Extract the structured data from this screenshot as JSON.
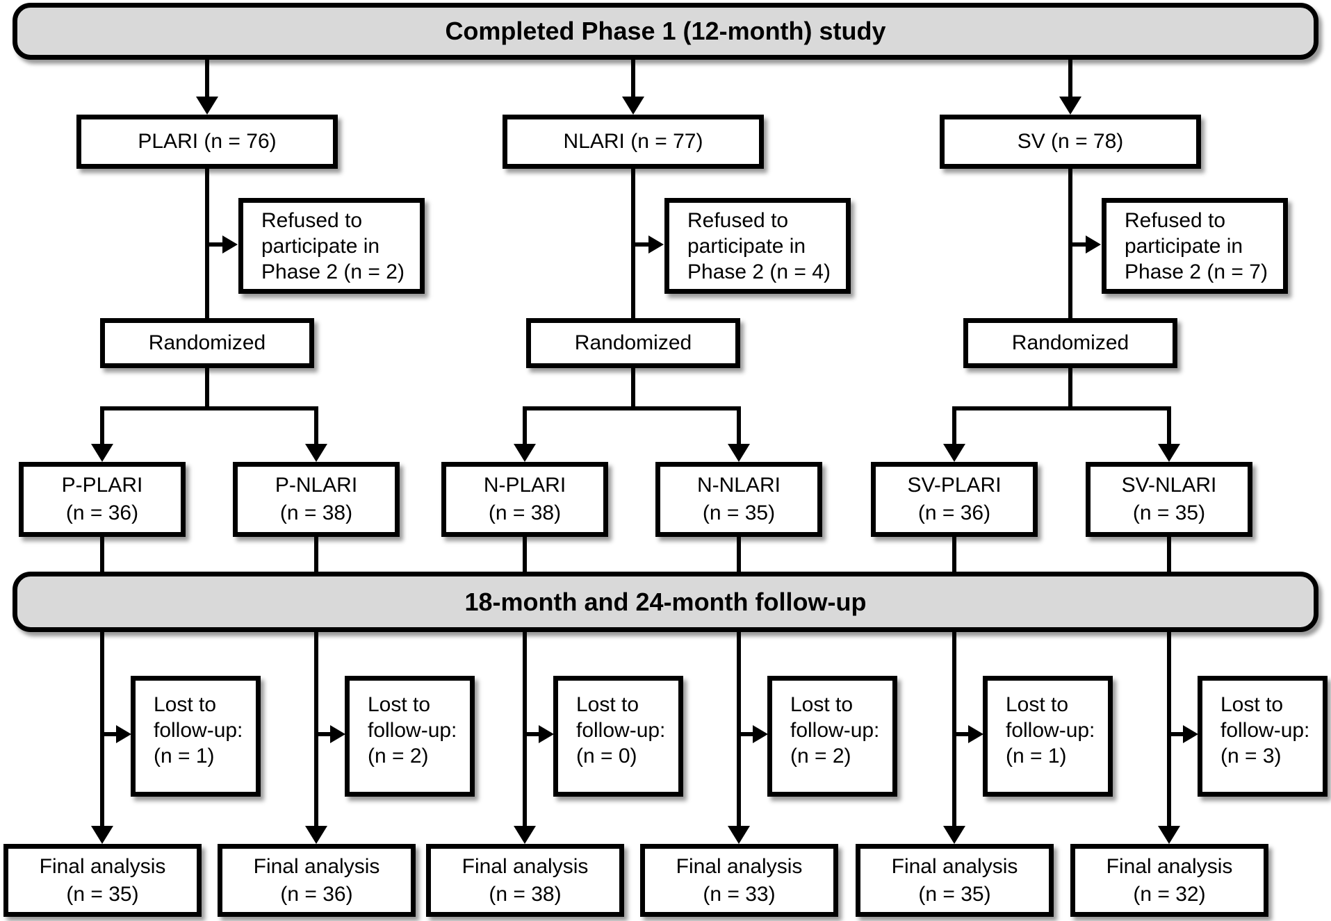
{
  "banner_top": "Completed Phase 1 (12-month) study",
  "banner_followup": "18-month and 24-month follow-up",
  "columns": [
    {
      "group_label": "PLARI (n = 76)",
      "refused_line1": "Refused to",
      "refused_line2": "participate in",
      "refused_line3": "Phase 2 (n = 2)",
      "randomized_label": "Randomized"
    },
    {
      "group_label": "NLARI (n = 77)",
      "refused_line1": "Refused to",
      "refused_line2": "participate in",
      "refused_line3": "Phase 2 (n = 4)",
      "randomized_label": "Randomized"
    },
    {
      "group_label": "SV (n = 78)",
      "refused_line1": "Refused to",
      "refused_line2": "participate in",
      "refused_line3": "Phase 2 (n = 7)",
      "randomized_label": "Randomized"
    }
  ],
  "arms": [
    {
      "name": "P-PLARI",
      "n": "(n = 36)",
      "lost_line1": "Lost to",
      "lost_line2": "follow-up:",
      "lost_line3": "(n = 1)",
      "final_line1": "Final analysis",
      "final_line2": "(n = 35)"
    },
    {
      "name": "P-NLARI",
      "n": "(n = 38)",
      "lost_line1": "Lost to",
      "lost_line2": "follow-up:",
      "lost_line3": "(n = 2)",
      "final_line1": "Final analysis",
      "final_line2": "(n = 36)"
    },
    {
      "name": "N-PLARI",
      "n": "(n = 38)",
      "lost_line1": "Lost to",
      "lost_line2": "follow-up:",
      "lost_line3": "(n = 0)",
      "final_line1": "Final analysis",
      "final_line2": "(n = 38)"
    },
    {
      "name": "N-NLARI",
      "n": "(n = 35)",
      "lost_line1": "Lost to",
      "lost_line2": "follow-up:",
      "lost_line3": "(n = 2)",
      "final_line1": "Final analysis",
      "final_line2": "(n = 33)"
    },
    {
      "name": "SV-PLARI",
      "n": "(n = 36)",
      "lost_line1": "Lost to",
      "lost_line2": "follow-up:",
      "lost_line3": "(n = 1)",
      "final_line1": "Final analysis",
      "final_line2": "(n = 35)"
    },
    {
      "name": "SV-NLARI",
      "n": "(n = 35)",
      "lost_line1": "Lost to",
      "lost_line2": "follow-up:",
      "lost_line3": "(n = 3)",
      "final_line1": "Final analysis",
      "final_line2": "(n = 32)"
    }
  ],
  "colors": {
    "banner_fill": "#d9d9d9",
    "line": "#000000",
    "box_fill": "#ffffff"
  }
}
